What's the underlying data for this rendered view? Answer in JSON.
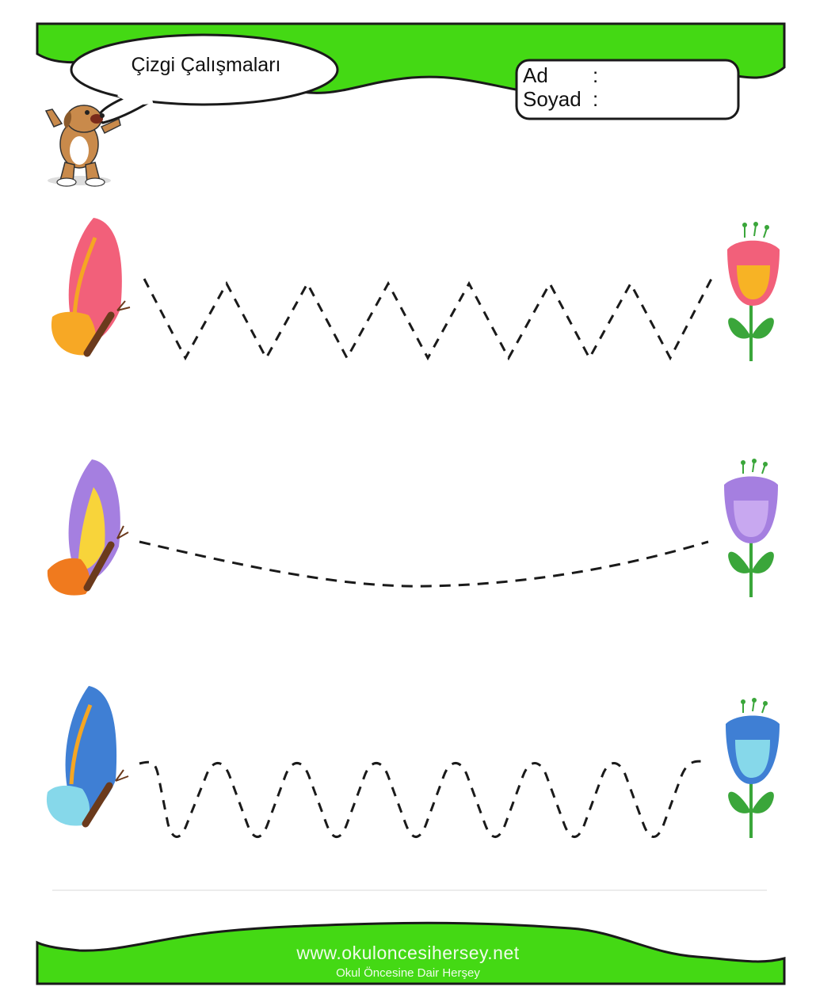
{
  "header": {
    "title": "Çizgi Çalışmaları",
    "ad_label": "Ad",
    "soyad_label": "Soyad",
    "separator": ":"
  },
  "footer": {
    "site": "www.okuloncesihersey.net",
    "tagline": "Okul Öncesine Dair Herşey"
  },
  "colors": {
    "frame_green": "#44d914",
    "row1_accent": "#f2607a",
    "row2_accent": "#a57fe0",
    "row3_accent": "#3f7fd4"
  },
  "tracing_rows": [
    {
      "pattern": "zigzag",
      "start_icon": "butterfly-icon",
      "end_icon": "tulip-icon"
    },
    {
      "pattern": "curve",
      "start_icon": "butterfly-icon",
      "end_icon": "tulip-icon"
    },
    {
      "pattern": "wave",
      "start_icon": "butterfly-icon",
      "end_icon": "tulip-icon"
    }
  ]
}
